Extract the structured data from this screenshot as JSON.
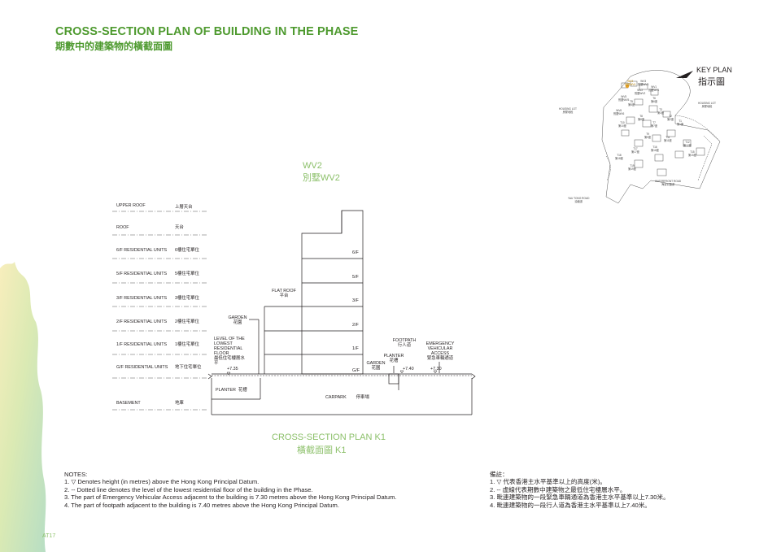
{
  "header": {
    "title_en": "CROSS-SECTION PLAN OF BUILDING IN THE PHASE",
    "title_zh": "期數中的建築物的橫截面圖"
  },
  "key_plan": {
    "label_en": "KEY PLAN",
    "label_zh": "指示圖",
    "labels": [
      "HOUSING LOT 房屋地段",
      "WV4 別墅WV4",
      "WV3 別墅WV3",
      "WV2 別墅WV2",
      "WV1 別墅WV1",
      "WV5 別墅WV5",
      "T6 第6座",
      "T5 第5座",
      "T3 第3座",
      "T2 第2座",
      "T1 第1座",
      "WV6 別墅WV6",
      "T8 第8座",
      "T7 第7座",
      "T10 第10座",
      "T9 第9座",
      "T11 第11座",
      "T12 第12座",
      "T15 第15座",
      "T16 第16座",
      "T17 第17座",
      "T18 第18座",
      "T19 第19座",
      "HOUSING LOT 房屋地段",
      "WATERFRONT ROAD 海濱公園道",
      "YAU TONG ROAD 油塘道"
    ]
  },
  "section": {
    "title_en": "WV2",
    "title_zh": "別墅WV2",
    "floors": [
      {
        "en": "UPPER ROOF",
        "zh": "上層天台"
      },
      {
        "en": "ROOF",
        "zh": "天台"
      },
      {
        "en": "6/F  RESIDENTIAL UNITS",
        "zh": "6樓住宅單位"
      },
      {
        "en": "5/F  RESIDENTIAL UNITS",
        "zh": "5樓住宅單位"
      },
      {
        "en": "3/F  RESIDENTIAL UNITS",
        "zh": "3樓住宅單位"
      },
      {
        "en": "2/F  RESIDENTIAL UNITS",
        "zh": "2樓住宅單位"
      },
      {
        "en": "1/F  RESIDENTIAL UNITS",
        "zh": "1樓住宅單位"
      },
      {
        "en": "G/F  RESIDENTIAL UNITS",
        "zh": "地下住宅單位"
      },
      {
        "en": "BASEMENT",
        "zh": "地庫"
      }
    ],
    "floor_marks": [
      "6/F",
      "5/F",
      "3/F",
      "2/F",
      "1/F",
      "G/F"
    ],
    "flat_roof": {
      "en": "FLAT ROOF",
      "zh": "平台"
    },
    "garden_upper": {
      "en": "GARDEN",
      "zh": "花園"
    },
    "lowest_level": {
      "en": "LEVEL OF THE LOWEST RESIDENTIAL FLOOR",
      "zh": "最低住宅樓層水平"
    },
    "planter_left": {
      "en": "PLANTER",
      "zh": "花槽"
    },
    "carpark": {
      "en": "CARPARK",
      "zh": "停車場"
    },
    "garden_lower": {
      "en": "GARDEN",
      "zh": "花園"
    },
    "planter_right": {
      "en": "PLANTER",
      "zh": "花槽"
    },
    "footpath": {
      "en": "FOOTPATH",
      "zh": "行人道"
    },
    "eva": {
      "en": "EMERGENCY VEHICULAR ACCESS",
      "zh": "緊急車輛通道"
    },
    "level_values": [
      "+7.35",
      "+7.40",
      "+7.30"
    ],
    "plan_title_en": "CROSS-SECTION PLAN K1",
    "plan_title_zh": "橫截面圖 K1"
  },
  "notes_en": {
    "heading": "NOTES:",
    "items": [
      "1. ▽ Denotes height (in metres) above the Hong Kong Principal Datum.",
      "2. -- Dotted line denotes the level of the lowest residential floor of the building in the Phase.",
      "3. The part of Emergency Vehicular Access adjacent to the building is 7.30 metres above the Hong Kong Principal Datum.",
      "4. The part of footpath adjacent to the building is 7.40 metres above the Hong Kong Principal Datum."
    ]
  },
  "notes_zh": {
    "heading": "備註：",
    "items": [
      "1.   ▽ 代表香港主水平基準以上的高度(米)。",
      "2.   -- 虛線代表期數中建築物之最低住宅樓層水平。",
      "3.   毗連建築物的一段緊急車輛通道為香港主水平基準以上7.30米。",
      "4.   毗連建築物的一段行人道為香港主水平基準以上7.40米。"
    ]
  },
  "page_number": "AT17",
  "colors": {
    "accent": "#4e9a2f",
    "accent_light": "#8cc06a",
    "wash_yellow": "#f3e6a0",
    "wash_green": "#a9d58e"
  }
}
